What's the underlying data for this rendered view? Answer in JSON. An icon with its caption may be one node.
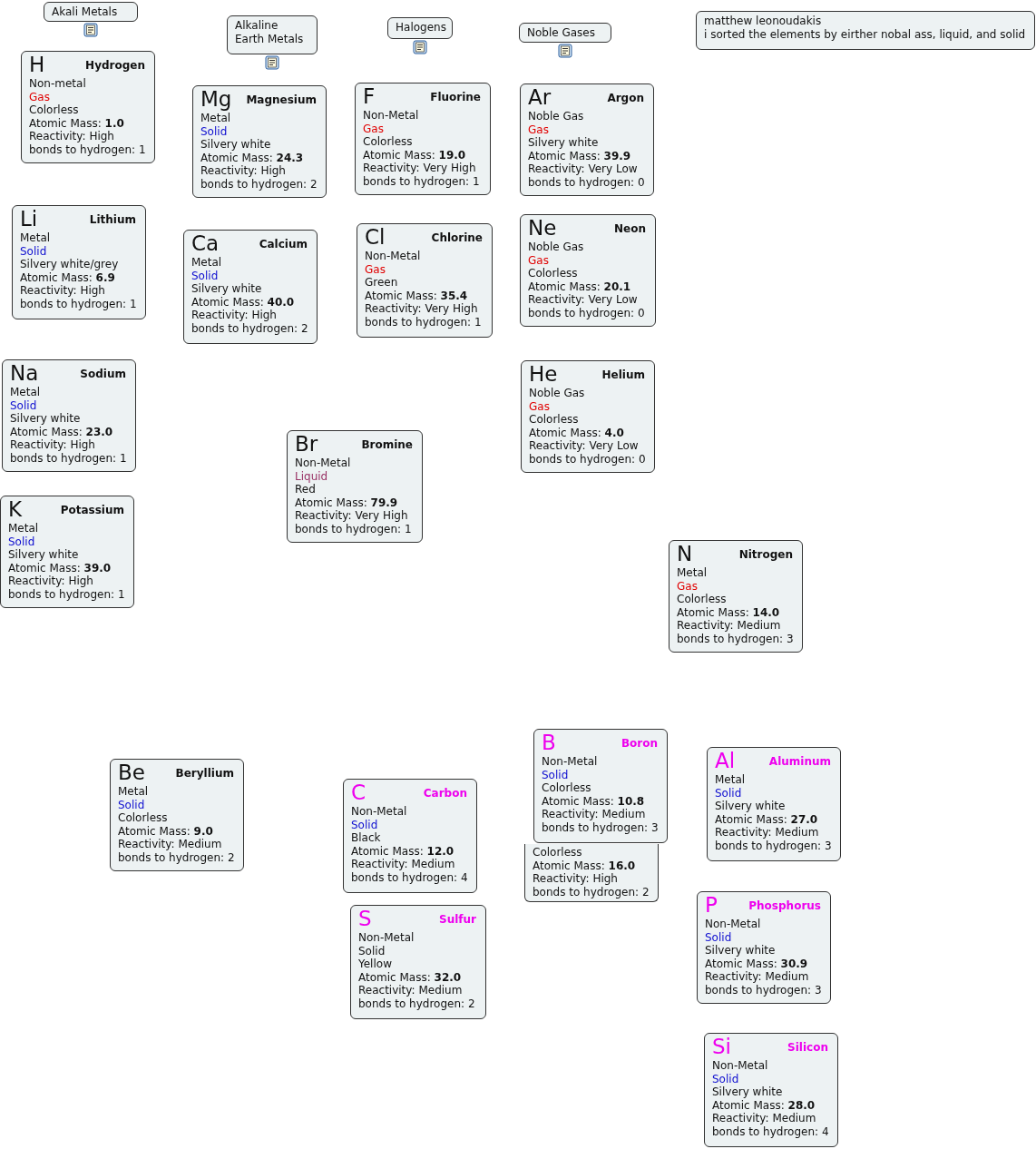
{
  "diagram": {
    "nodes": [
      {
        "text": [
          "Akali Metals"
        ]
      },
      {
        "text": [
          "Alkaline Earth Metals"
        ]
      },
      {
        "text": [
          "Halogens"
        ]
      },
      {
        "text": [
          "Noble Gases"
        ]
      },
      {
        "text": [
          "matthew leonoudakis",
          "i sorted the elements by eirther nobal ass, liquid, and solid"
        ]
      },
      {
        "text": [
          "H",
          "Hydrogen",
          "Non-metal",
          "Gas",
          "Colorless",
          "Atomic Mass: **1.0**",
          "Reactivity:  High",
          "bonds to hydrogen: 1"
        ]
      },
      {
        "text": [
          "Li",
          "Lithium",
          "Metal",
          "Solid",
          "Silvery white/grey",
          "Atomic Mass: **6.9**",
          "Reactivity:  High",
          "bonds to hydrogen: 1"
        ]
      },
      {
        "text": [
          "Na",
          "Sodium",
          "Metal",
          "Solid",
          "Silvery white",
          "Atomic Mass: **23.0**",
          "Reactivity:  High",
          "bonds to hydrogen: 1"
        ]
      },
      {
        "text": [
          "K",
          "Potassium",
          "Metal",
          "Solid",
          "Silvery white",
          "Atomic Mass: **39.0**",
          "Reactivity:  High",
          "bonds to hydrogen: 1"
        ]
      },
      {
        "text": [
          "Mg",
          "Magnesium",
          "Metal",
          "Solid",
          "Silvery white",
          "Atomic Mass: **24.3**",
          "Reactivity:  High",
          "bonds to hydrogen: 2"
        ]
      },
      {
        "text": [
          "Ca",
          "Calcium",
          "Metal",
          "Solid",
          "Silvery white",
          "Atomic Mass: **40.0**",
          "Reactivity:  High",
          "bonds to hydrogen: 2"
        ]
      },
      {
        "text": [
          "F",
          "Fluorine",
          "Non-Metal",
          "Gas",
          "Colorless",
          "Atomic Mass: **19.0**",
          "Reactivity:  Very High",
          "bonds to hydrogen: 1"
        ]
      },
      {
        "text": [
          "Cl",
          "Chlorine",
          "Non-Metal",
          "Gas",
          "Green",
          "Atomic Mass: **35.4**",
          "Reactivity:  Very High",
          "bonds to hydrogen: 1"
        ]
      },
      {
        "text": [
          "Br",
          "Bromine",
          "Non-Metal",
          "Liquid",
          "Red",
          "Atomic Mass: **79.9**",
          "Reactivity:  Very High",
          "bonds to hydrogen: 1"
        ]
      },
      {
        "text": [
          "Ar",
          "Argon",
          "Noble Gas",
          "Gas",
          "Silvery white",
          "Atomic Mass: **39.9**",
          "Reactivity:  Very Low",
          "bonds to hydrogen: 0"
        ]
      },
      {
        "text": [
          "Ne",
          "Neon",
          "Noble Gas",
          "Gas",
          "Colorless",
          "Atomic Mass: **20.1**",
          "Reactivity:  Very Low",
          "bonds to hydrogen: 0"
        ]
      },
      {
        "text": [
          "He",
          "Helium",
          "Noble Gas",
          "Gas",
          "Colorless",
          "Atomic Mass: **4.0**",
          "Reactivity:  Very Low",
          "bonds to hydrogen: 0"
        ]
      },
      {
        "text": [
          "N",
          "Nitrogen",
          "Metal",
          "Gas",
          "Colorless",
          "Atomic Mass: **14.0**",
          "Reactivity:  Medium",
          "bonds to hydrogen: 3"
        ]
      },
      {
        "text": [
          "Be",
          "Beryllium",
          "Metal",
          "Solid",
          "Colorless",
          "Atomic Mass: **9.0**",
          "Reactivity:  Medium",
          "bonds to hydrogen: 2"
        ]
      },
      {
        "text": [
          "C",
          "Carbon",
          "Non-Metal",
          "Solid",
          "Black",
          "Atomic Mass: **12.0**",
          "Reactivity:  Medium",
          "bonds to hydrogen: 4"
        ]
      },
      {
        "text": [
          "Colorless",
          "Atomic Mass: **16.0**",
          "Reactivity:  High",
          "bonds to hydrogen: 2"
        ]
      },
      {
        "text": [
          "B",
          "Boron",
          "Non-Metal",
          "Solid",
          "Colorless",
          "Atomic Mass: **10.8**",
          "Reactivity:  Medium",
          "bonds to hydrogen: 3"
        ]
      },
      {
        "text": [
          "Al",
          "Aluminum",
          "Metal",
          "Solid",
          "Silvery white",
          "Atomic Mass: **27.0**",
          "Reactivity:  Medium",
          "bonds to hydrogen: 3"
        ]
      },
      {
        "text": [
          "S",
          "Sulfur",
          "Non-Metal",
          "Solid",
          "Yellow",
          "Atomic Mass: **32.0**",
          "Reactivity:  Medium",
          "bonds to hydrogen: 2"
        ]
      },
      {
        "text": [
          "P",
          "Phosphorus",
          "Non-Metal",
          "Solid",
          "Silvery white",
          "Atomic Mass: **30.9**",
          "Reactivity:  Medium",
          "bonds to hydrogen: 3"
        ]
      },
      {
        "text": [
          "Si",
          "Silicon",
          "Non-Metal",
          "Solid",
          "Silvery white",
          "Atomic Mass: **28.0**",
          "Reactivity:  Medium",
          "bonds to hydrogen: 4"
        ]
      }
    ]
  }
}
